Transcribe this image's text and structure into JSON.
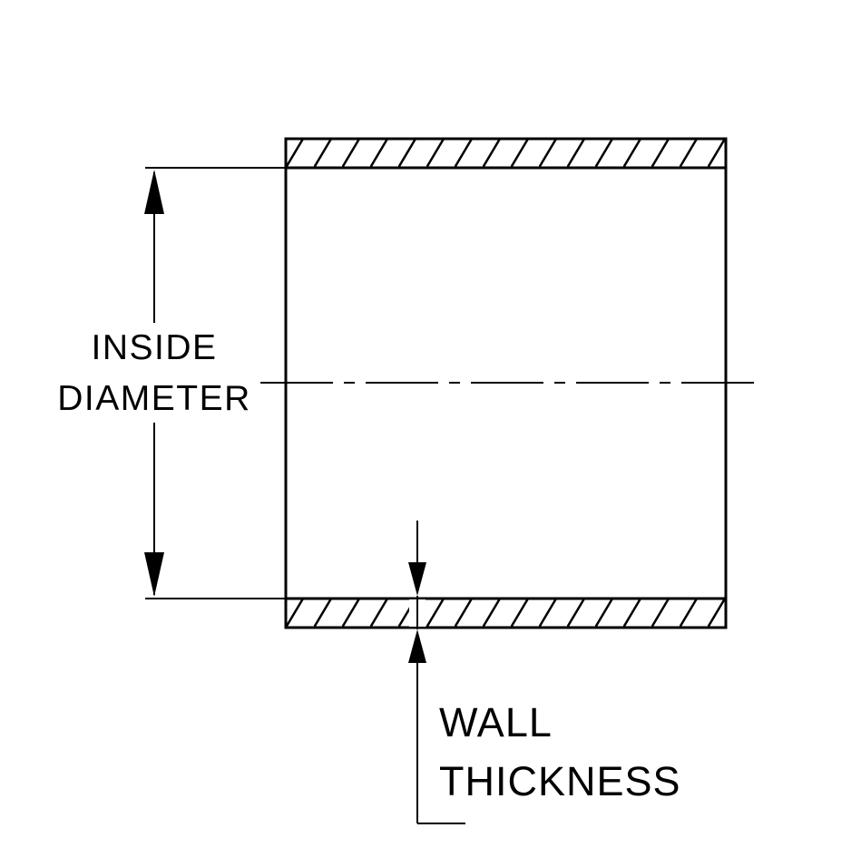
{
  "diagram": {
    "type": "technical-dimension-drawing",
    "subject": "tube cross-section with dimension callouts",
    "labels": {
      "inside_diameter": {
        "line1": "INSIDE",
        "line2": "DIAMETER"
      },
      "wall_thickness": {
        "line1": "WALL",
        "line2": "THICKNESS"
      }
    },
    "colors": {
      "ink": "#000000",
      "background": "#ffffff"
    }
  }
}
